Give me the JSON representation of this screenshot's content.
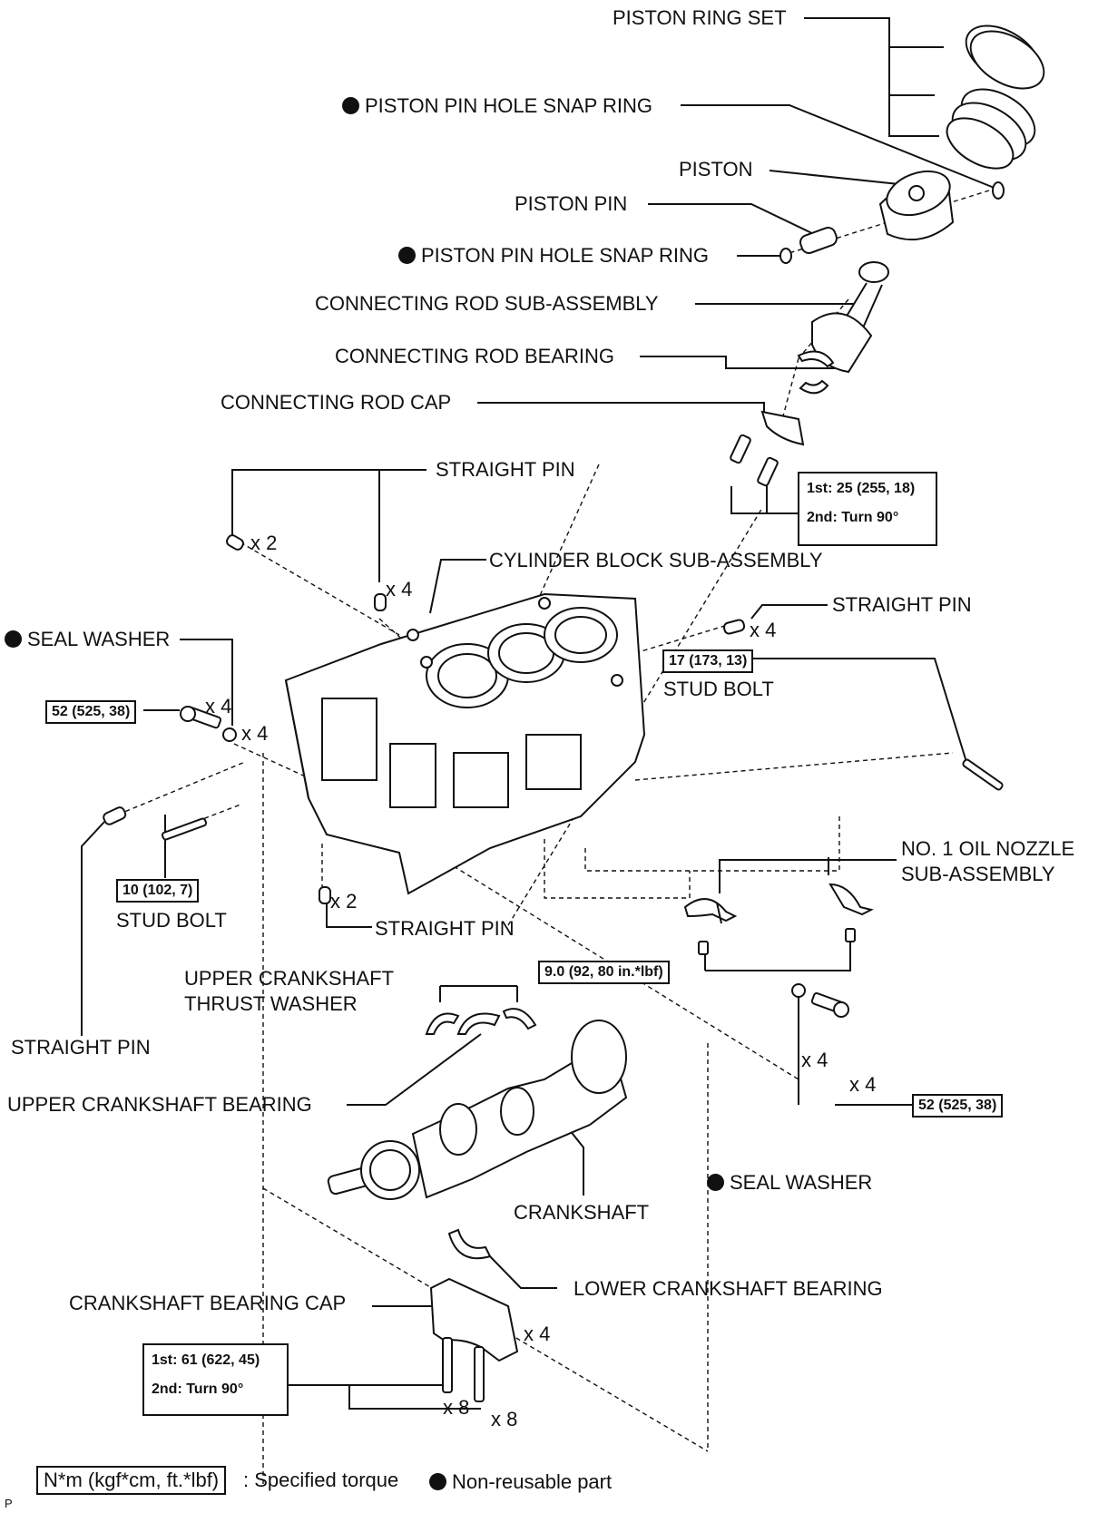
{
  "labels": {
    "piston_ring_set": "PISTON RING SET",
    "snap_ring_top": "PISTON PIN HOLE SNAP RING",
    "piston": "PISTON",
    "piston_pin": "PISTON PIN",
    "snap_ring_bottom": "PISTON PIN HOLE SNAP RING",
    "conrod_subassy": "CONNECTING ROD SUB-ASSEMBLY",
    "conrod_bearing": "CONNECTING ROD BEARING",
    "conrod_cap": "CONNECTING ROD CAP",
    "straight_pin_top": "STRAIGHT PIN",
    "cylinder_block": "CYLINDER BLOCK SUB-ASSEMBLY",
    "straight_pin_right": "STRAIGHT PIN",
    "stud_bolt_right": "STUD BOLT",
    "seal_washer_left": "SEAL WASHER",
    "oil_nozzle_line1": "NO. 1 OIL NOZZLE",
    "oil_nozzle_line2": "SUB-ASSEMBLY",
    "stud_bolt_left": "STUD BOLT",
    "straight_pin_mid": "STRAIGHT PIN",
    "thrust_washer_line1": "UPPER CRANKSHAFT",
    "thrust_washer_line2": "THRUST WASHER",
    "straight_pin_left": "STRAIGHT PIN",
    "upper_crank_bearing": "UPPER CRANKSHAFT BEARING",
    "seal_washer_right": "SEAL WASHER",
    "crankshaft": "CRANKSHAFT",
    "lower_crank_bearing": "LOWER CRANKSHAFT BEARING",
    "crank_bearing_cap": "CRANKSHAFT BEARING CAP"
  },
  "torques": {
    "conrod_1st": "1st: 25 (255, 18)",
    "conrod_2nd": "2nd: Turn 90°",
    "stud_right": "17 (173, 13)",
    "seal_left": "52 (525, 38)",
    "stud_left": "10 (102, 7)",
    "oil_nozzle": "9.0 (92, 80 in.*lbf)",
    "seal_right": "52 (525, 38)",
    "cap_1st": "1st: 61 (622, 45)",
    "cap_2nd": "2nd: Turn 90°"
  },
  "quantities": {
    "pin_top_left": "x 2",
    "pin_top_mid": "x 4",
    "pin_right": "x 4",
    "bolt_left": "x 4",
    "washer_left": "x 4",
    "pin_mid": "x 2",
    "washer_right": "x 4",
    "bolt_right": "x 4",
    "cap": "x 4",
    "cap_bolt_a": "x 8",
    "cap_bolt_b": "x 8"
  },
  "legend": {
    "torque_box": "N*m (kgf*cm, ft.*lbf)",
    "torque_desc": ": Specified torque",
    "nonreusable": "Non-reusable part"
  },
  "footer": {
    "code": "P"
  }
}
